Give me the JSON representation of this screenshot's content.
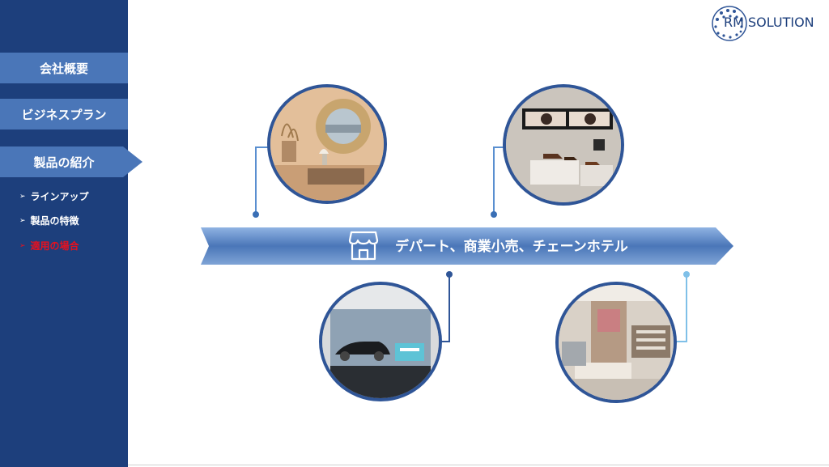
{
  "logo": {
    "text": "RM SOLUTION"
  },
  "sidebar": {
    "items": [
      {
        "label": "会社概要"
      },
      {
        "label": "ビジネスプラン"
      },
      {
        "label": "製品の紹介"
      }
    ],
    "sub_items": [
      {
        "label": "ラインアップ"
      },
      {
        "label": "製品の特徴"
      },
      {
        "label": "適用の場合"
      }
    ],
    "sub_arrow": "➢"
  },
  "banner": {
    "text": "デパート、商業小売、チェーンホテル",
    "icon": "store-icon"
  },
  "colors": {
    "sidebar_bg": "#1d3f7c",
    "nav_item_bg": "#4a76b8",
    "current_sub": "#e8101e",
    "banner": "#4a76b8",
    "circle_border": "#2f5597",
    "connector": "#5a8fd0"
  }
}
